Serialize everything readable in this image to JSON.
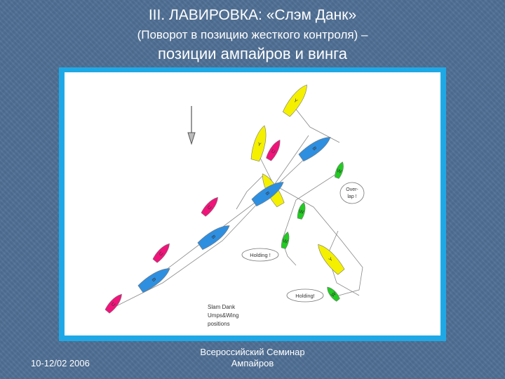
{
  "slide": {
    "title_line1": "III. ЛАВИРОВКА: «Слэм Данк»",
    "title_line2": "(Поворот в позицию жесткого контроля) –",
    "title_line3": "позиции ампайров и винга"
  },
  "diagram": {
    "caption_lines": [
      "Slam Dank",
      "Umps&Wing",
      "positions"
    ],
    "overlap_label_lines": [
      "Over-",
      "lap !"
    ],
    "holding_label_1": "Holding !",
    "holding_label_2": "Holding!",
    "boat_markers": {
      "yellow": "Y",
      "blue": "B",
      "umpire": "U",
      "wing": "W"
    },
    "colors": {
      "yellow_boat": "#f4f000",
      "blue_boat": "#2e8fe0",
      "umpire_boat": "#f0147a",
      "wing_boat": "#22cc22",
      "frame": "#1ea9e6"
    },
    "icons": [
      "wind-arrow-icon"
    ]
  },
  "footer": {
    "date": "10-12/02 2006",
    "center_line1": "Всероссийский Семинар",
    "center_line2": "Ампайров"
  }
}
